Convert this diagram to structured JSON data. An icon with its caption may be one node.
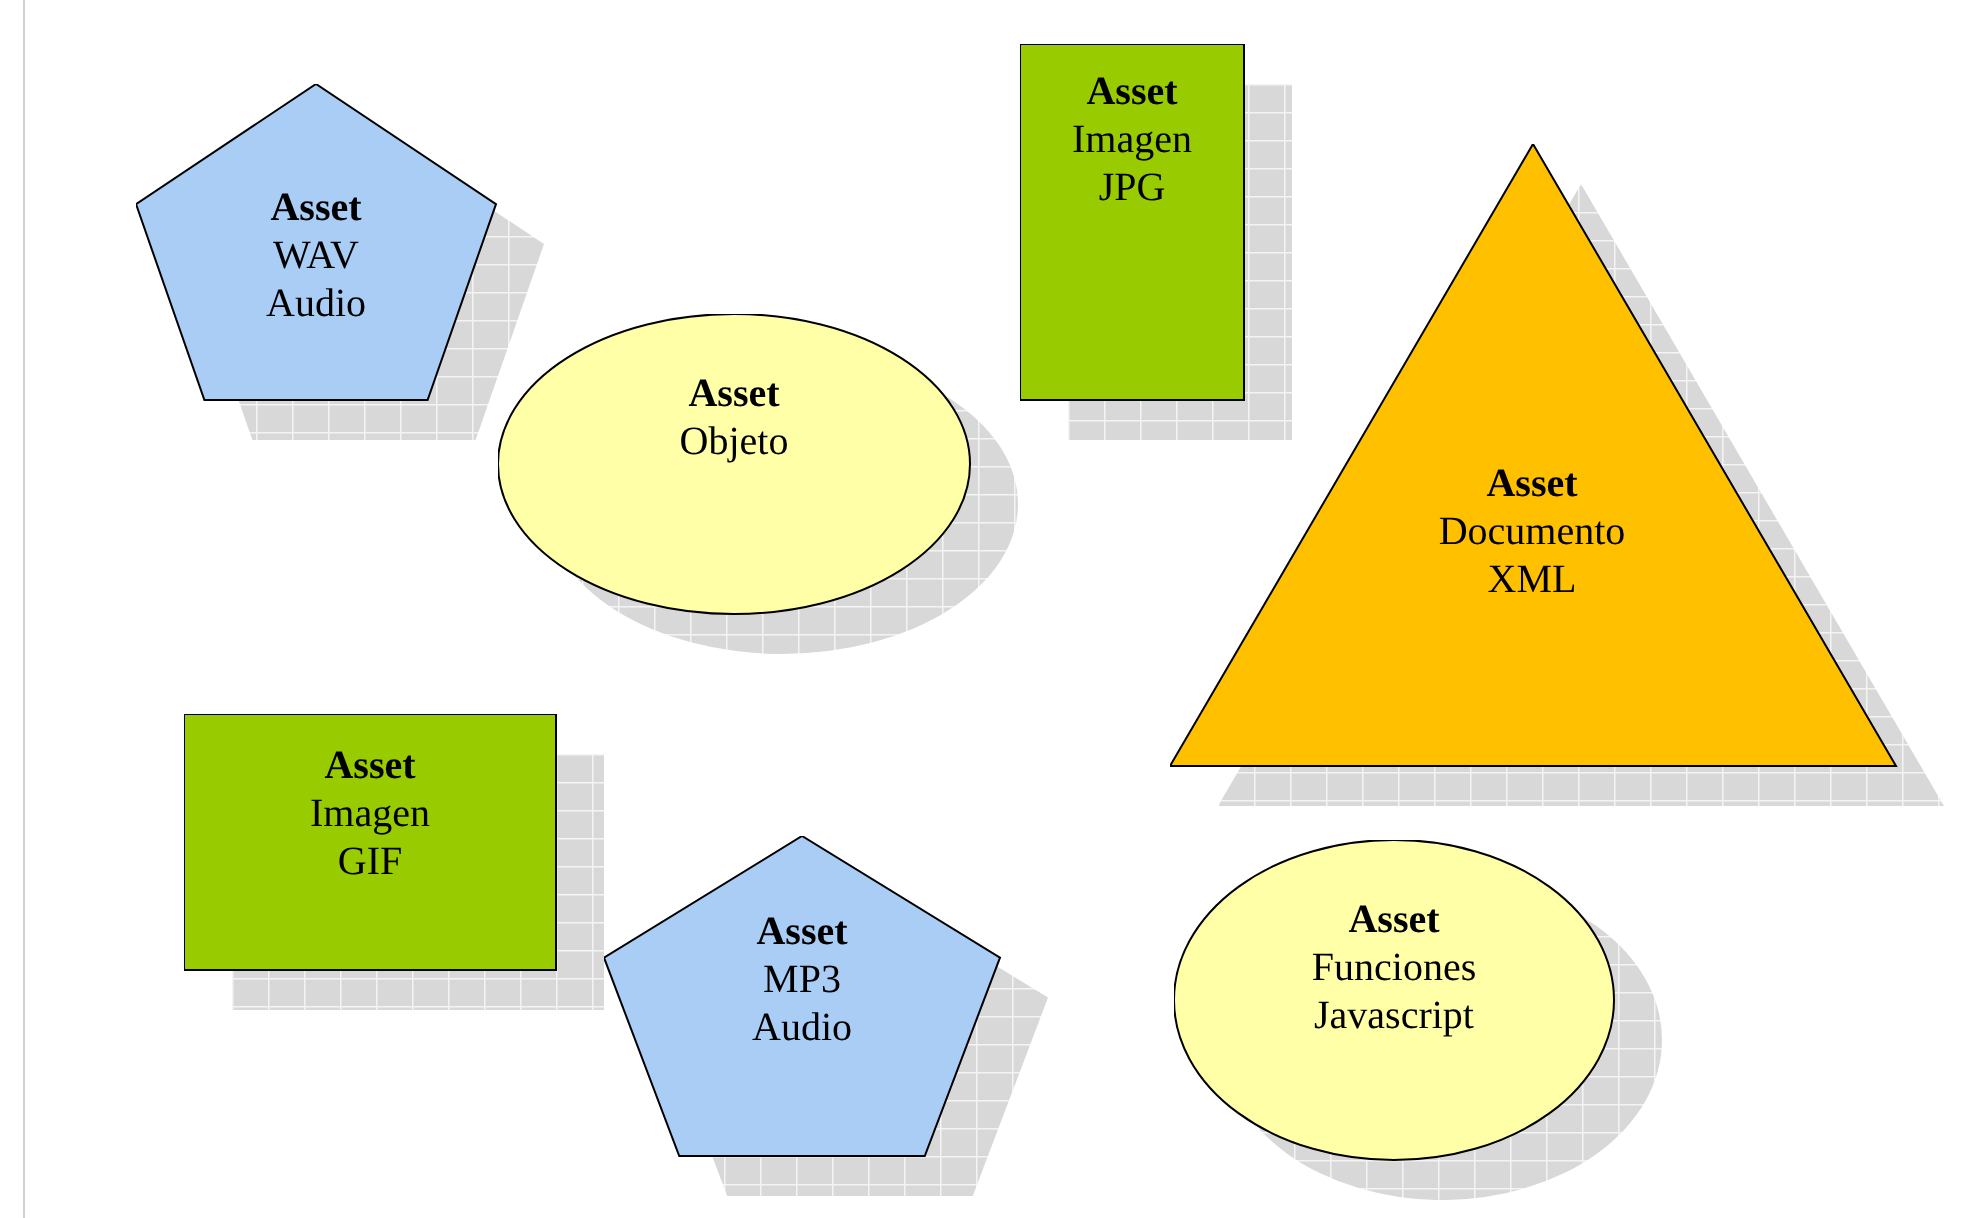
{
  "diagram": {
    "nodes": [
      {
        "text": [
          "Asset",
          "WAV Audio"
        ]
      },
      {
        "text": [
          "Asset",
          "Objeto"
        ]
      },
      {
        "text": [
          "Asset",
          "Imagen JPG"
        ]
      },
      {
        "text": [
          "Asset",
          "Documento XML"
        ]
      },
      {
        "text": [
          "Asset",
          "Imagen GIF"
        ]
      },
      {
        "text": [
          "Asset",
          "MP3 Audio"
        ]
      },
      {
        "text": [
          "Asset",
          "Funciones Javascript"
        ]
      }
    ]
  }
}
